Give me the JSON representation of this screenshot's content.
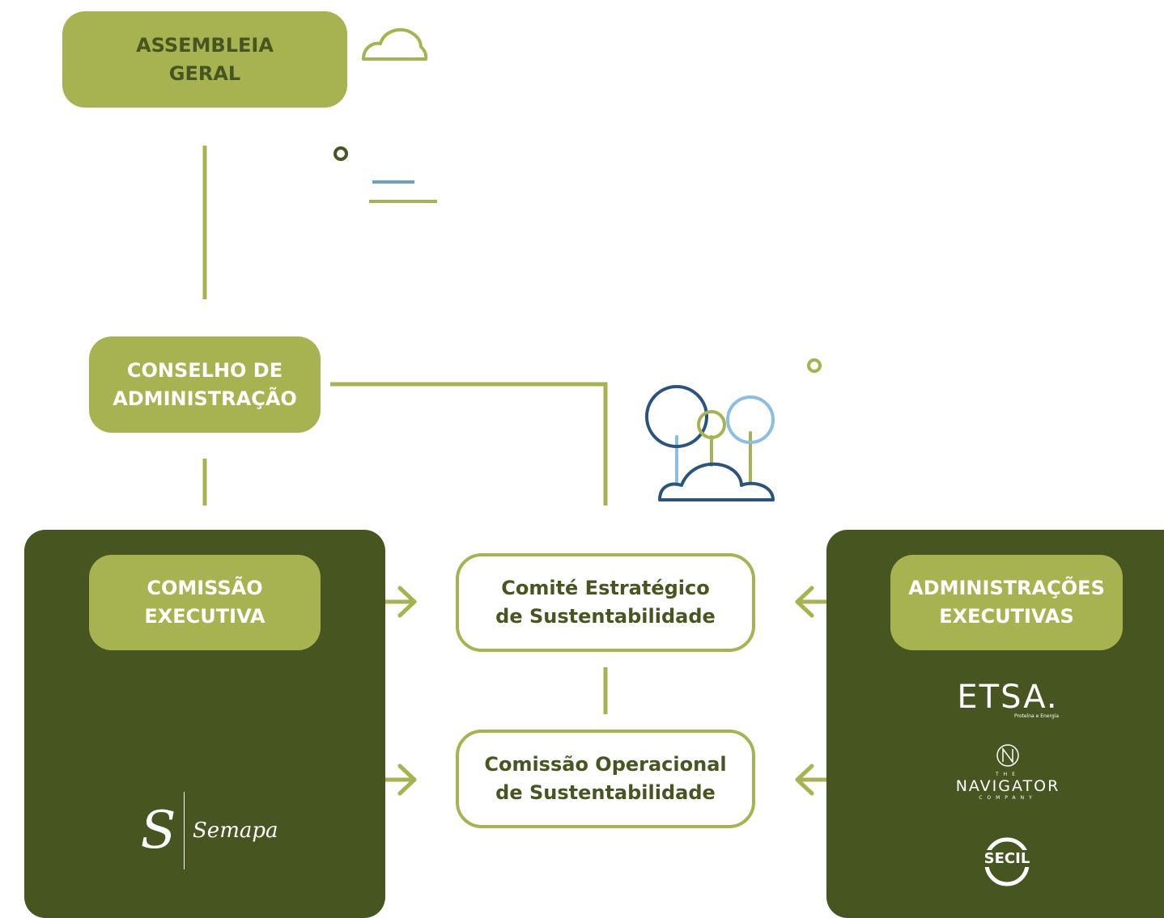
{
  "colors": {
    "olive": "#a7b350",
    "dark_green": "#475620",
    "navy": "#2a537f",
    "light_blue": "#8bbfe2",
    "steel_blue": "#6a9dcb"
  },
  "boxes": {
    "assembleia": "ASSEMBLEIA\nGERAL",
    "conselho": "CONSELHO DE\nADMINISTRAÇÃO",
    "comissao_executiva": "COMISSÃO\nEXECUTIVA",
    "administracoes": "ADMINISTRAÇÕES\nEXECUTIVAS",
    "comite": "Comité Estratégico\nde Sustentabilidade",
    "comissao_operacional": "Comissão Operacional\nde Sustentabilidade"
  },
  "logos": {
    "semapa": {
      "mark": "S",
      "name": "Semapa"
    },
    "etsa": {
      "name": "ETSA.",
      "tagline": "Proteína e Energia"
    },
    "navigator": {
      "pre": "THE",
      "name": "NAVIGATOR",
      "post": "COMPANY"
    },
    "secil": {
      "name": "SECIL"
    }
  },
  "icons": [
    "cloud-icon",
    "dot-icon",
    "lines-icon",
    "trees-icon"
  ]
}
